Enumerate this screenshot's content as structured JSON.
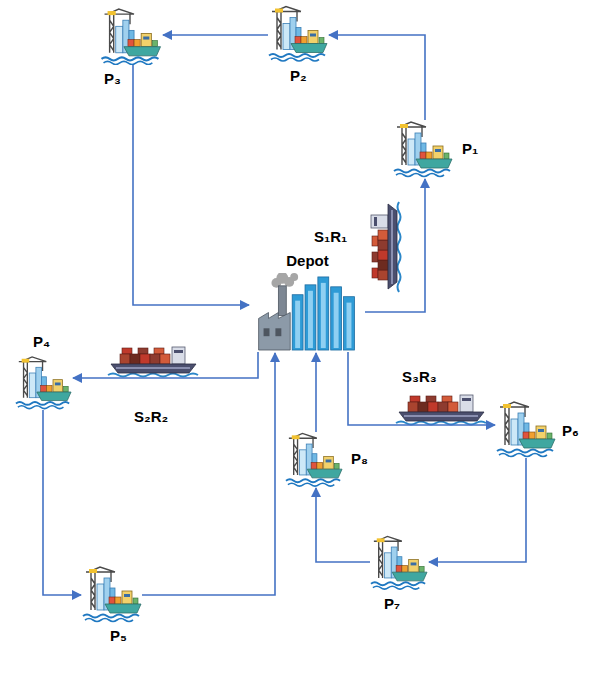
{
  "diagram": {
    "nodes": [
      {
        "text": [
          "Depot"
        ]
      },
      {
        "text": [
          "P₁"
        ]
      },
      {
        "text": [
          "P₂"
        ]
      },
      {
        "text": [
          "P₃"
        ]
      },
      {
        "text": [
          "P₄"
        ]
      },
      {
        "text": [
          "P₅"
        ]
      },
      {
        "text": [
          "P₆"
        ]
      },
      {
        "text": [
          "P₇"
        ]
      },
      {
        "text": [
          "P₈"
        ]
      }
    ],
    "edges": [
      {
        "from": 0,
        "to": 1,
        "arrow": "to",
        "label": "S₁R₁"
      },
      {
        "from": 1,
        "to": 2,
        "arrow": "to"
      },
      {
        "from": 2,
        "to": 3,
        "arrow": "to"
      },
      {
        "from": 3,
        "to": 0,
        "arrow": "to"
      },
      {
        "from": 0,
        "to": 4,
        "arrow": "to",
        "label": "S₂R₂"
      },
      {
        "from": 4,
        "to": 5,
        "arrow": "to"
      },
      {
        "from": 5,
        "to": 0,
        "arrow": "to"
      },
      {
        "from": 0,
        "to": 6,
        "arrow": "to",
        "label": "S₃R₃"
      },
      {
        "from": 6,
        "to": 7,
        "arrow": "to"
      },
      {
        "from": 7,
        "to": 8,
        "arrow": "to"
      },
      {
        "from": 8,
        "to": 0,
        "arrow": "to"
      }
    ]
  }
}
